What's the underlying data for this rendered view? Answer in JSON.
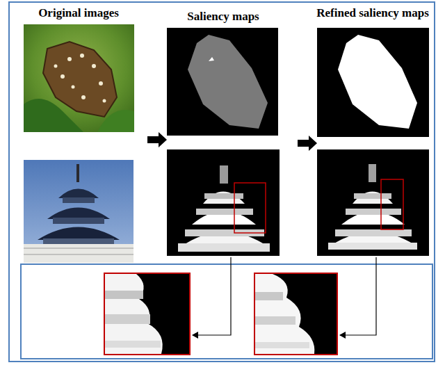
{
  "diagram": {
    "labels": [
      "Original images",
      "Saliency maps",
      "Refined saliency maps"
    ]
  }
}
